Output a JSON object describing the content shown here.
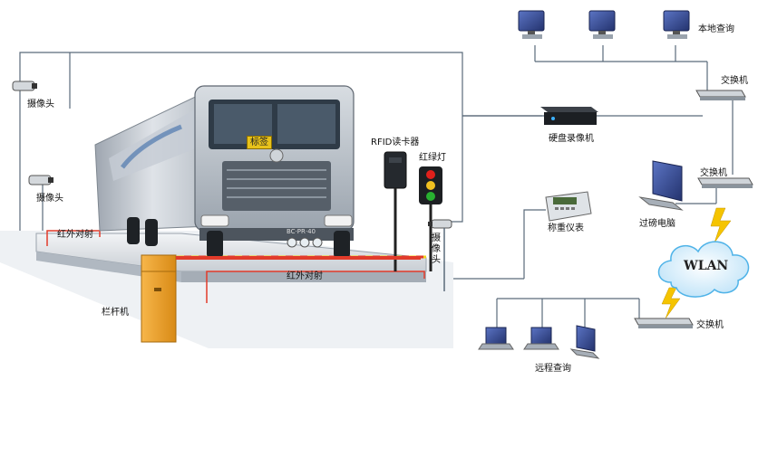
{
  "labels": {
    "camera_top": "摄像头",
    "camera_mid": "摄像头",
    "camera_right": "摄像头",
    "infrared_left": "红外对射",
    "infrared_front": "红外对射",
    "barrier": "栏杆机",
    "tag": "标签",
    "rfid": "RFID读卡器",
    "traffic_light": "红绿灯",
    "local_query": "本地查询",
    "switch_top": "交换机",
    "switch_mid": "交换机",
    "switch_bottom": "交换机",
    "dvr": "硬盘录像机",
    "weighing_instrument": "称重仪表",
    "weighing_pc": "过磅电脑",
    "wlan": "WLAN",
    "remote_query": "远程查询",
    "license_plate": "BC·PR·40"
  },
  "colors": {
    "line": "#5a6a7a",
    "monitor": "#3b4f8f",
    "barrier": "#f0a22a",
    "stripe_red": "#e23b2a",
    "stripe_yellow": "#f2d21c",
    "lightning": "#f5c400"
  }
}
